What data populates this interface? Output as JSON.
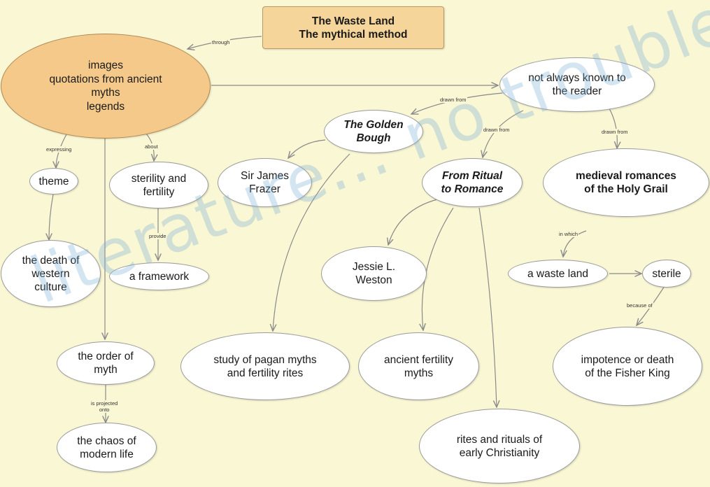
{
  "nodes": {
    "title": "The Waste Land\nThe mythical method",
    "images": "images\nquotations from ancient\nmyths\nlegends",
    "not_always": "not always known to\nthe reader",
    "golden_bough": "The Golden\nBough",
    "frazer": "Sir James\nFrazer",
    "from_ritual": "From Ritual\nto Romance",
    "medieval": "medieval romances\nof the Holy Grail",
    "theme": "theme",
    "sterility": "sterility and\nfertility",
    "death_western": "the death of\nwestern\nculture",
    "framework": "a framework",
    "weston": "Jessie L.\nWeston",
    "waste_land": "a waste land",
    "sterile": "sterile",
    "order": "the order of\nmyth",
    "pagan": "study of pagan myths\nand fertility rites",
    "ancient_fertility": "ancient fertility\nmyths",
    "fisher_king": "impotence or death\nof the Fisher King",
    "chaos": "the chaos of\nmodern life",
    "rites": "rites and rituals of\nearly Christianity"
  },
  "links": {
    "through": "through",
    "drawn_from_1": "drawn from",
    "drawn_from_2": "drawn from",
    "drawn_from_3": "drawn from",
    "expressing": "expressing",
    "about": "about",
    "provide": "provide",
    "in_which": "in which",
    "because_of": "because of",
    "is_projected_onto": "is projected\nonto"
  },
  "watermark": "literature... no trouble",
  "colors": {
    "background": "#f9f7d4",
    "main_node": "#f4c98a",
    "title_node": "#f6d59a",
    "line": "#8a8a8a"
  }
}
